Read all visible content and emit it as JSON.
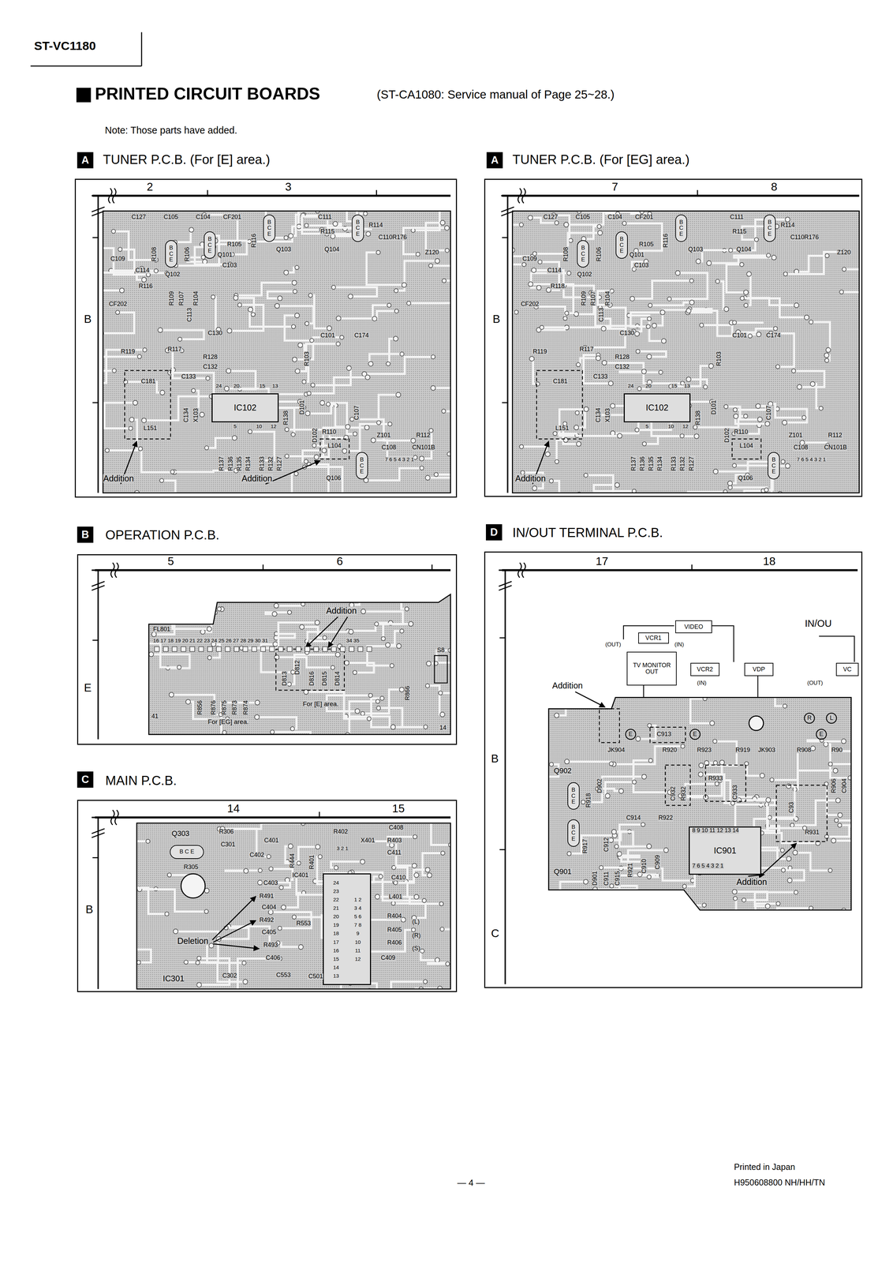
{
  "diagram": {
    "title": "PRINTED CIRCUIT BOARDS",
    "nodes": [
      {
        "text": [
          "A"
        ]
      },
      {
        "text": [
          "TUNER P.C.B. (For [E] area.)"
        ]
      },
      {
        "text": [
          "B C E"
        ],
        "in": 1
      },
      {
        "text": [
          "B C E"
        ],
        "in": 1
      },
      {
        "text": [
          "B C E"
        ],
        "in": 1
      },
      {
        "text": [
          "B C E"
        ],
        "in": 1
      },
      {
        "text": [
          "IC102"
        ],
        "in": 1
      },
      {
        "text": [
          "B C E"
        ],
        "in": 1
      },
      {
        "text": [
          "A"
        ]
      },
      {
        "text": [
          "TUNER P.C.B. (For [EG] area.)"
        ]
      },
      {
        "text": [
          "B C E"
        ],
        "in": 9
      },
      {
        "text": [
          "B C E"
        ],
        "in": 9
      },
      {
        "text": [
          "B C E"
        ],
        "in": 9
      },
      {
        "text": [
          "B C E"
        ],
        "in": 9
      },
      {
        "text": [
          "IC102"
        ],
        "in": 9
      },
      {
        "text": [
          "B C E"
        ],
        "in": 9
      },
      {
        "text": [
          "B"
        ]
      },
      {
        "text": [
          "OPERATION P.C.B."
        ]
      },
      {
        "text": [
          "D"
        ]
      },
      {
        "text": [
          "IN/OUT TERMINAL P.C.B."
        ]
      },
      {
        "text": [
          "VIDEO"
        ],
        "in": 19
      },
      {
        "text": [
          "VCR1"
        ],
        "in": 19
      },
      {
        "text": [
          "TV MONITOR OUT"
        ],
        "in": 19
      },
      {
        "text": [
          "VCR2"
        ],
        "in": 19
      },
      {
        "text": [
          "VDP"
        ],
        "in": 19
      },
      {
        "text": [
          "VC"
        ],
        "in": 19
      },
      {
        "text": [
          "B C E"
        ],
        "in": 19
      },
      {
        "text": [
          "IC901"
        ],
        "in": 19
      },
      {
        "text": [
          "B C E"
        ],
        "in": 19
      },
      {
        "text": [
          "C"
        ]
      },
      {
        "text": [
          "MAIN P.C.B."
        ]
      },
      {
        "text": [
          "B C E"
        ],
        "in": 30
      },
      {
        "text": [
          "24 23 22 21 20 19 18 17 16 15 14 13",
          "1 2 3 4 5 6 7 8 9 10 11 12"
        ],
        "in": 30
      }
    ],
    "labels": [
      "ST-VC1180",
      "(ST-CA1080: Service manual of Page 25~28.)",
      "Note: Those parts have added.",
      "— 4 —",
      "Printed in Japan",
      "H950608800 NH/HH/TN",
      "2",
      "3",
      "B",
      "C127",
      "C105",
      "C104",
      "CF201",
      "C111",
      "R114",
      "C110R176",
      "Z120",
      "R105",
      "Q101",
      "C103",
      "Q103",
      "Q104",
      "C109",
      "C114",
      "Q102",
      "R116",
      "CF202",
      "R108",
      "R106",
      "R109",
      "R107",
      "R104",
      "R116",
      "R115",
      "C113",
      "C130",
      "C101",
      "C174",
      "R119",
      "R117",
      "R128",
      "C132",
      "R103",
      "C133",
      "C181",
      "C134",
      "X103",
      "24",
      "20",
      "15",
      "13",
      "5",
      "10",
      "12",
      "R138",
      "D101",
      "D102",
      "R110",
      "L104",
      "C107",
      "Z101",
      "R112",
      "C108",
      "CN101B",
      "7 6 5 4 3 2 1",
      "L151",
      "R137",
      "R136",
      "R135",
      "R134",
      "R133",
      "R132",
      "R127",
      "Q106",
      "Addition",
      "Addition",
      "7",
      "8",
      "B",
      "C127",
      "C105",
      "C104",
      "CF201",
      "C111",
      "R114",
      "C110R176",
      "Z120",
      "R105",
      "Q101",
      "C103",
      "Q103",
      "Q104",
      "C109",
      "C114",
      "Q102",
      "R118",
      "CF202",
      "R108",
      "R106",
      "R109",
      "R107",
      "R104",
      "R116",
      "R115",
      "C113",
      "C130",
      "C101",
      "C174",
      "R119",
      "R117",
      "R128",
      "C132",
      "R103",
      "C133",
      "C181",
      "C134",
      "X103",
      "24",
      "20",
      "15",
      "13",
      "5",
      "10",
      "12",
      "R138",
      "D101",
      "D102",
      "R110",
      "L104",
      "C107",
      "Z101",
      "R112",
      "C108",
      "CN101B",
      "7 6 5 4 3 2 1",
      "L151",
      "R137",
      "R136",
      "R135",
      "R134",
      "R133",
      "R132",
      "R127",
      "Q106",
      "Addition",
      "5",
      "6",
      "E",
      "FL801",
      "16 17 18 19 20 21 22 23 24 25 26 27 28 29 30 31",
      "34 35",
      "Addition",
      "D813",
      "D812",
      "D816",
      "D815",
      "D814",
      "R856",
      "R876",
      "R875",
      "R873",
      "R874",
      "R866",
      "For [E] area.",
      "For [EG] area.",
      "S8",
      "14",
      "41",
      "17",
      "18",
      "B",
      "C",
      "(OUT)",
      "(IN)",
      "(IN)",
      "IN/OU",
      "(OUT)",
      "Addition",
      "E",
      "E",
      "R",
      "L",
      "E",
      "C913",
      "JK904",
      "R920",
      "R923",
      "R919",
      "JK903",
      "R908",
      "R90",
      "Q902",
      "R918",
      "D902",
      "C932",
      "R932",
      "R933",
      "C933",
      "R922",
      "C914",
      "8 9 10 11 12 13 14",
      "7 6 5 4 3 2 1",
      "C93",
      "R931",
      "R906",
      "C904",
      "R917",
      "C912",
      "C911",
      "D901",
      "C915",
      "R921",
      "C910",
      "C909",
      "Q901",
      "Addition",
      "14",
      "15",
      "B",
      "Q303",
      "R306",
      "C301",
      "R305",
      "C401",
      "C402",
      "R444",
      "R401",
      "R402",
      "X401",
      "3 2 1",
      "C408",
      "R403",
      "C411",
      "C410",
      "IC401",
      "C403",
      "R491",
      "C404",
      "R492",
      "C405",
      "R493",
      "C406",
      "R553",
      "L401",
      "R404",
      "(L)",
      "R405",
      "(R)",
      "R406",
      "(S)",
      "C409",
      "C553",
      "C501",
      "C302",
      "IC301",
      "Deletion"
    ]
  }
}
